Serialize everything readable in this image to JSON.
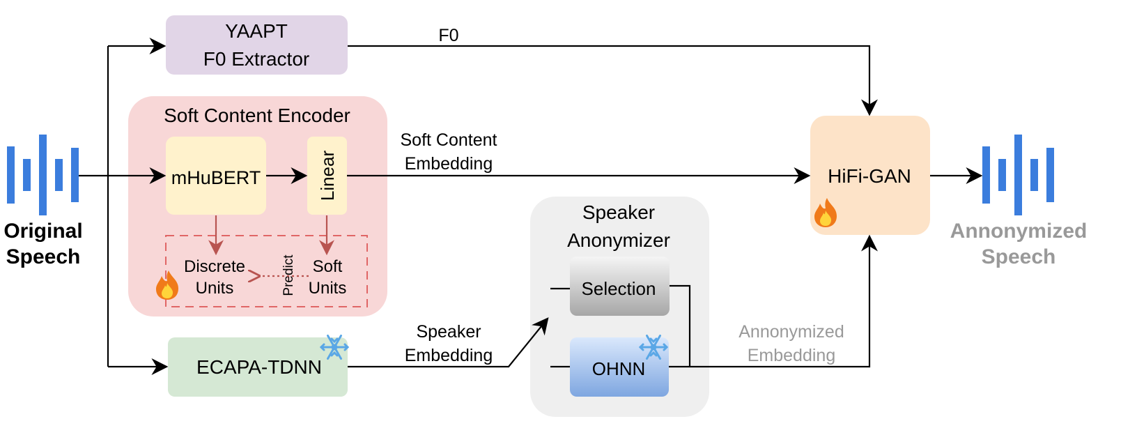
{
  "input": {
    "label_line1": "Original",
    "label_line2": "Speech"
  },
  "output": {
    "label_line1": "Annonymized",
    "label_line2": "Speech"
  },
  "yaapt": {
    "line1": "YAAPT",
    "line2": "F0 Extractor"
  },
  "f0_label": "F0",
  "soft_encoder": {
    "title": "Soft Content Encoder",
    "mhubert": "mHuBERT",
    "linear": "Linear",
    "discrete_line1": "Discrete",
    "discrete_line2": "Units",
    "soft_line1": "Soft",
    "soft_line2": "Units",
    "predict": "Predict"
  },
  "soft_embedding_label": {
    "line1": "Soft Content",
    "line2": "Embedding"
  },
  "hifigan": "HiFi-GAN",
  "ecapa": "ECAPA-TDNN",
  "speaker_embedding_label": {
    "line1": "Speaker",
    "line2": "Embedding"
  },
  "anonymizer": {
    "title_line1": "Speaker",
    "title_line2": "Anonymizer",
    "selection": "Selection",
    "ohnn": "OHNN"
  },
  "anon_embedding_label": {
    "line1": "Annonymized",
    "line2": "Embedding"
  },
  "colors": {
    "waveform": "#3b7ddd",
    "yaapt_fill": "#e1d5e7",
    "encoder_fill": "#f8d7d7",
    "unit_fill": "#fff2cc",
    "hifigan_fill": "#fde3c8",
    "ecapa_fill": "#d5e8d4",
    "anonymizer_fill": "#efefef",
    "dashed_red": "#e06666",
    "arrow_red": "#b85450",
    "muted_text": "#999999"
  },
  "icons": {
    "trainable": "flame-icon",
    "frozen": "snowflake-icon"
  }
}
